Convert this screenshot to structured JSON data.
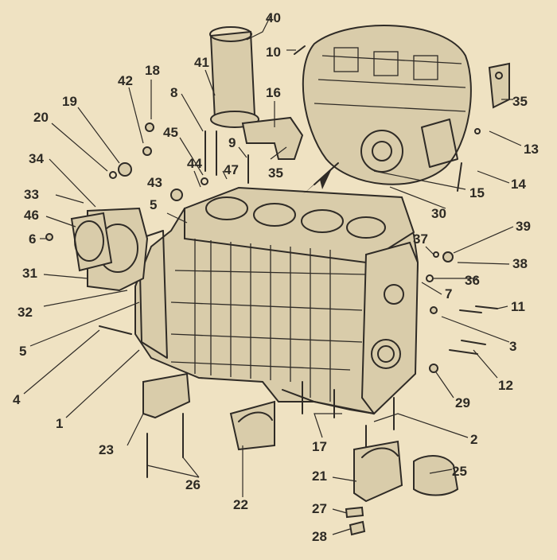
{
  "callouts": {
    "c1": "1",
    "c2": "2",
    "c3": "3",
    "c4": "4",
    "c5a": "5",
    "c5b": "5",
    "c6": "6",
    "c7": "7",
    "c8": "8",
    "c9": "9",
    "c10": "10",
    "c11": "11",
    "c12": "12",
    "c13": "13",
    "c14": "14",
    "c15": "15",
    "c16": "16",
    "c17": "17",
    "c18": "18",
    "c19": "19",
    "c20": "20",
    "c21": "21",
    "c22": "22",
    "c23": "23",
    "c25": "25",
    "c26": "26",
    "c27": "27",
    "c28": "28",
    "c29": "29",
    "c30": "30",
    "c31": "31",
    "c32": "32",
    "c33": "33",
    "c34": "34",
    "c35a": "35",
    "c35b": "35",
    "c36": "36",
    "c37": "37",
    "c38": "38",
    "c39": "39",
    "c40": "40",
    "c41": "41",
    "c42": "42",
    "c43": "43",
    "c44": "44",
    "c45": "45",
    "c46": "46",
    "c47": "47"
  },
  "colors": {
    "paper": "#efe2c2",
    "ink": "#2f2b26"
  }
}
